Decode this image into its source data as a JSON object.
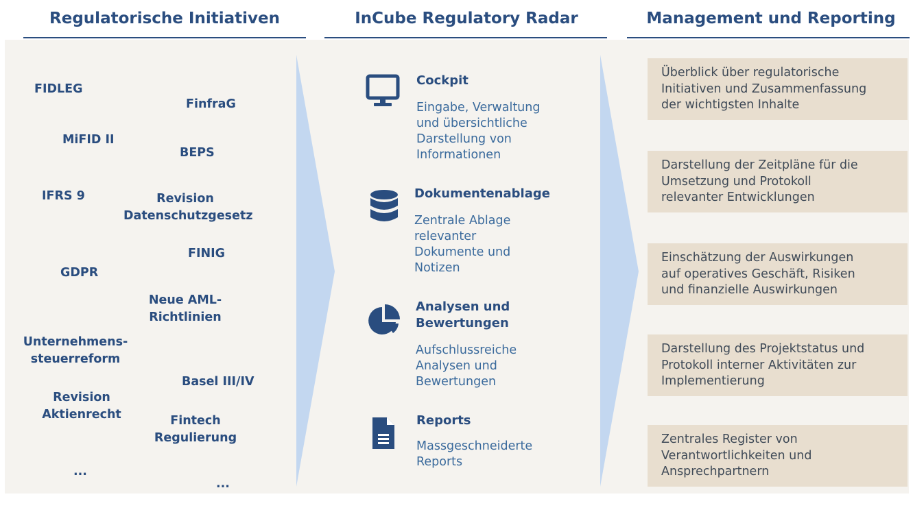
{
  "columns": [
    {
      "title": "Regulatorische Initiativen"
    },
    {
      "title": "InCube Regulatory Radar"
    },
    {
      "title": "Management und Reporting"
    }
  ],
  "initiatives": [
    {
      "label": "FIDLEG"
    },
    {
      "label": "FinfraG"
    },
    {
      "label": "MiFID II"
    },
    {
      "label": "BEPS"
    },
    {
      "label": "IFRS 9"
    },
    {
      "label": "Revision\nDatenschutzgesetz"
    },
    {
      "label": "FINIG"
    },
    {
      "label": "GDPR"
    },
    {
      "label": "Neue AML-\nRichtlinien"
    },
    {
      "label": "Unternehmens-\nsteuerreform"
    },
    {
      "label": "Basel III/IV"
    },
    {
      "label": "Revision\nAktienrecht"
    },
    {
      "label": "Fintech\nRegulierung"
    },
    {
      "label": "..."
    },
    {
      "label": "..."
    }
  ],
  "features": [
    {
      "icon": "monitor-icon",
      "title": "Cockpit",
      "desc": "Eingabe, Verwaltung\nund übersichtliche\nDarstellung von\nInformationen"
    },
    {
      "icon": "database-icon",
      "title": "Dokumentenablage",
      "desc": "Zentrale Ablage\nrelevanter\nDokumente und\nNotizen"
    },
    {
      "icon": "pie-chart-icon",
      "title": "Analysen und\nBewertungen",
      "desc": "Aufschlussreiche\nAnalysen und\nBewertungen"
    },
    {
      "icon": "document-icon",
      "title": "Reports",
      "desc": "Massgeschneiderte\nReports"
    }
  ],
  "management": [
    {
      "text": "Überblick über regulatorische\nInitiativen und Zusammenfassung\nder wichtigsten Inhalte"
    },
    {
      "text": "Darstellung der Zeitpläne für die\nUmsetzung und Protokoll\nrelevanter Entwicklungen"
    },
    {
      "text": "Einschätzung der Auswirkungen\nauf operatives Geschäft, Risiken\nund finanzielle Auswirkungen"
    },
    {
      "text": "Darstellung des Projektstatus und\nProtokoll interner Aktivitäten zur\nImplementierung"
    },
    {
      "text": "Zentrales Register von\nVerantwortlichkeiten und\nAnsprechpartnern"
    }
  ],
  "colors": {
    "heading": "#2a4d7f",
    "arrow": "#c3d7f0",
    "box": "#e8decf",
    "panel": "#f5f3ef"
  }
}
